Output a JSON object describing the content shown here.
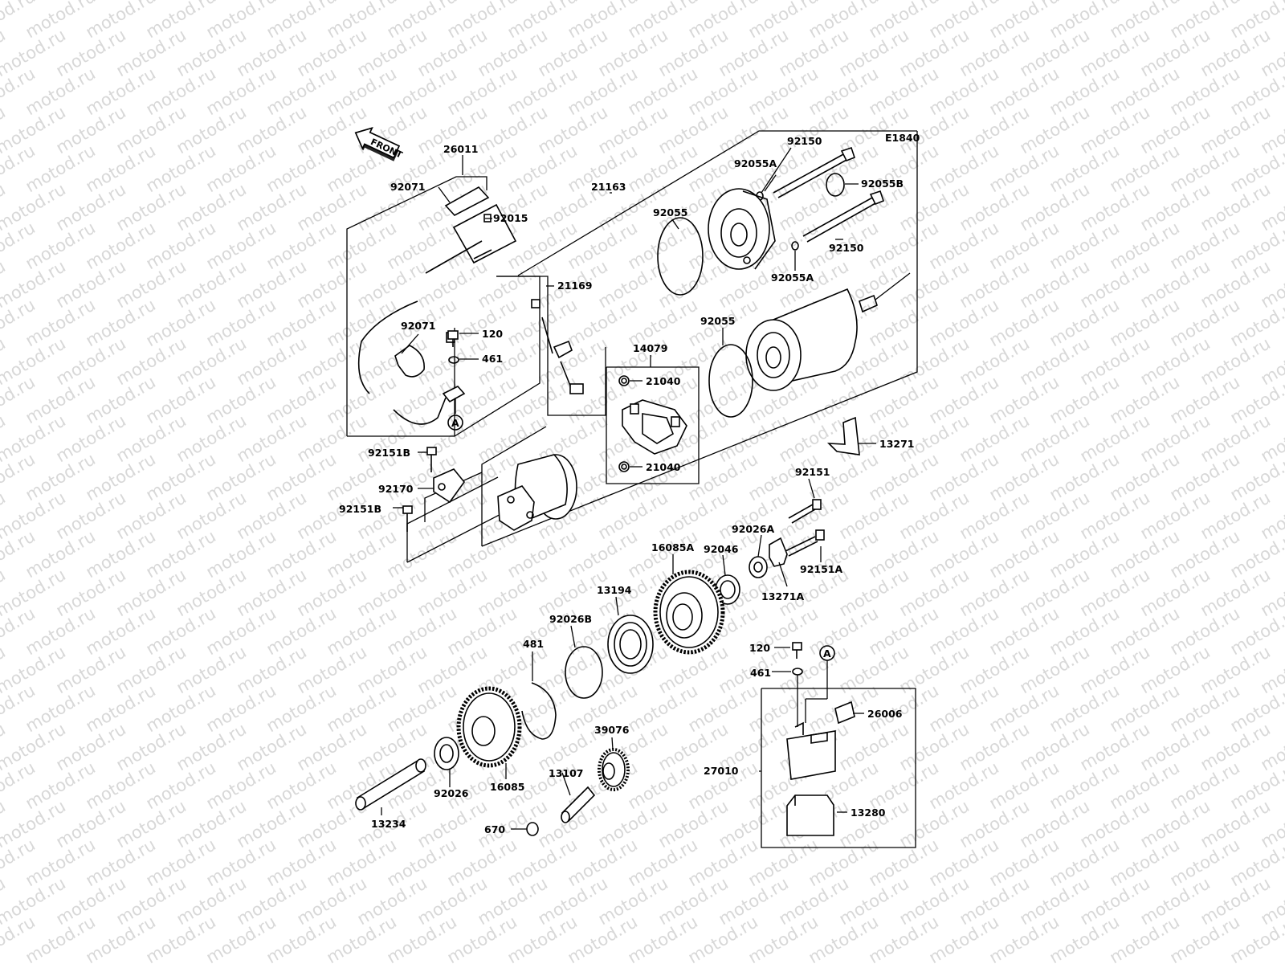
{
  "diagram": {
    "code": "E1840",
    "front_label": "FRONT",
    "watermark": "motod.ru",
    "labels": {
      "p26011": "26011",
      "p92071a": "92071",
      "p92015": "92015",
      "p21163": "21163",
      "p21169": "21169",
      "p92071b": "92071",
      "p120a": "120",
      "p461a": "461",
      "markA1": "A",
      "p92150a": "92150",
      "p92055A1": "92055A",
      "p92055B": "92055B",
      "p92055a": "92055",
      "p92150b": "92150",
      "p92055A2": "92055A",
      "p92055b": "92055",
      "p14079": "14079",
      "p21040a": "21040",
      "p21040b": "21040",
      "p13271": "13271",
      "p92151B1": "92151B",
      "p92170": "92170",
      "p92151B2": "92151B",
      "p92151": "92151",
      "p92026A": "92026A",
      "p16085A": "16085A",
      "p92046": "92046",
      "p92151A": "92151A",
      "p13271A": "13271A",
      "p13194": "13194",
      "p92026B": "92026B",
      "p481": "481",
      "p120b": "120",
      "markA2": "A",
      "p461b": "461",
      "p26006": "26006",
      "p39076": "39076",
      "p27010": "27010",
      "p13107": "13107",
      "p92026": "92026",
      "p16085": "16085",
      "p13280": "13280",
      "p13234": "13234",
      "p670": "670"
    }
  }
}
